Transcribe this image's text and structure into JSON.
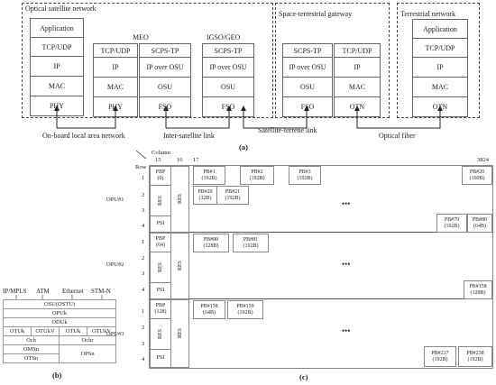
{
  "part_a": {
    "optical_network_title": "Optical satellite network",
    "gateway_title": "Space-terrestrial gateway",
    "terrestrial_title": "Terrestrial network",
    "meo_label": "MEO",
    "igso_label": "IGSO/GEO",
    "left_stack": [
      "Application",
      "TCP/UDP",
      "IP",
      "MAC",
      "PHY"
    ],
    "meo_col1": [
      "TCP/UDP",
      "IP",
      "MAC",
      "PHY"
    ],
    "meo_col2": [
      "SCPS-TP",
      "IP over OSU",
      "OSU",
      "FSO"
    ],
    "igso_col": [
      "SCPS-TP",
      "IP over OSU",
      "OSU",
      "FSO"
    ],
    "gw_col1": [
      "SCPS-TP",
      "IP over OSU",
      "OSU",
      "FSO"
    ],
    "gw_col2": [
      "TCP/UDP",
      "IP",
      "MAC",
      "OTN"
    ],
    "terr_stack": [
      "Application",
      "TCP/UDP",
      "IP",
      "MAC",
      "OTN"
    ],
    "link_onboard": "On-board local area network",
    "link_intersat": "Inter-satellite link",
    "link_satterr": "Satellite-terrene link",
    "link_fiber": "Optical fiber",
    "caption": "(a)"
  },
  "part_b": {
    "top_labels": [
      "IP/MPLS",
      "ATM",
      "Ethernet",
      "STM-N"
    ],
    "row_osu": "OSU(OSTU)",
    "row_opuk": "OPUk",
    "row_oduk": "ODUk",
    "otu_cells": [
      "OTUk",
      "OTUkV",
      "OTUk",
      "OTUkV"
    ],
    "och": "Och",
    "ochr": "Ochr",
    "omsn": "OMSn",
    "otsn": "OTSn",
    "opsn": "OPSn",
    "caption": "(b)"
  },
  "part_c": {
    "column_label": "Column",
    "col_15": "15",
    "col_16": "16",
    "col_17": "17",
    "col_3824": "3824",
    "row_label": "Row",
    "rows": [
      "1",
      "2",
      "3",
      "4"
    ],
    "opu1": "OPU#1",
    "opu2": "OPU#2",
    "opu3": "OPU#3",
    "res": "RES",
    "psi": "PSI",
    "pbp0": [
      "PBP",
      "(0)"
    ],
    "pbp64": [
      "PBP",
      "(64)"
    ],
    "pbp128": [
      "PBP",
      "(128)"
    ],
    "opu1_blocks": [
      [
        "PB#1",
        "(192B)"
      ],
      [
        "PB#2",
        "(192B)"
      ],
      [
        "PB#3",
        "(192B)"
      ],
      [
        "PB#20",
        "(160B)"
      ],
      [
        "PB#20",
        "(32B)"
      ],
      [
        "PB#21",
        "(192B)"
      ],
      [
        "PB#79",
        "(192B)"
      ],
      [
        "PB#80",
        "(64B)"
      ]
    ],
    "opu2_blocks": [
      [
        "PB#80",
        "(128B)"
      ],
      [
        "PB#81",
        "(192B)"
      ],
      [
        "PB#158",
        "(128B)"
      ]
    ],
    "opu3_blocks": [
      [
        "PB#158",
        "(64B)"
      ],
      [
        "PB#159",
        "(192B)"
      ],
      [
        "PB#237",
        "(192B)"
      ],
      [
        "PB#238",
        "(192B)"
      ]
    ],
    "ellipsis": "•••",
    "caption": "(c)"
  }
}
